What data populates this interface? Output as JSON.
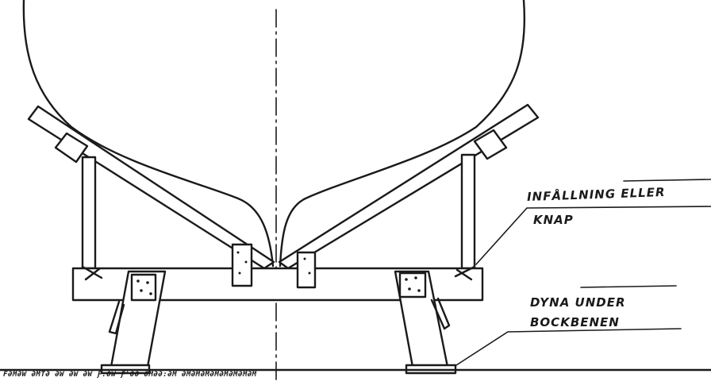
{
  "labels": {
    "infallning": "INFÅLLNING ELLER",
    "knap": "KNAP",
    "dyna": "DYNA UNDER",
    "bockbenen": "BOCKBENEN"
  },
  "ground_text": "FƏMƏW ƏMTƏ ƏW ƏW ƏW Ƒ.ƏW Ƒ'ƏƏ ƏMƏƏ:ƏM ƏMƏMƏMƏMƏMƏMƏMƏM",
  "colors": {
    "ink": "#1a1a1a",
    "paper": "#ffffff"
  }
}
